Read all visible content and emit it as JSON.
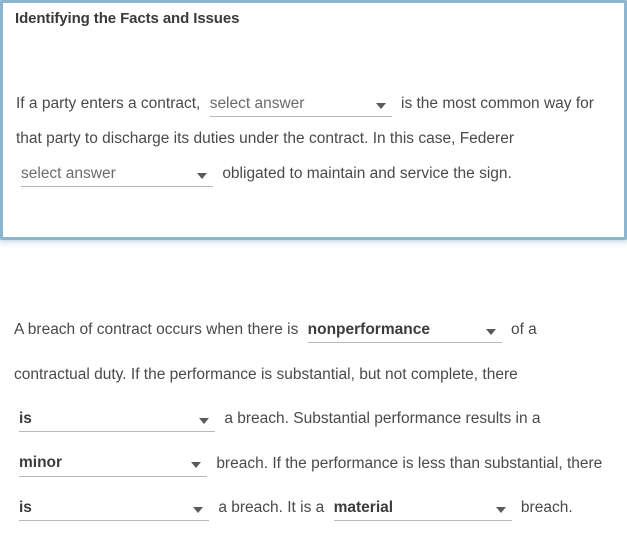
{
  "card": {
    "title": "Identifying the Facts and Issues",
    "highlight_border_color": "#8db6ce",
    "segments": [
      {
        "kind": "text",
        "value": "If a party enters a contract,"
      },
      {
        "kind": "dropdown",
        "value": "select answer",
        "answered": false
      },
      {
        "kind": "text",
        "value": "is the most common way for that party to discharge its duties under the contract. In this case, Federer"
      },
      {
        "kind": "dropdown",
        "value": "select answer",
        "answered": false
      },
      {
        "kind": "text",
        "value": "obligated to maintain and service the sign."
      }
    ]
  },
  "paragraph": {
    "segments": [
      {
        "kind": "text",
        "value": "A breach of contract occurs when there is"
      },
      {
        "kind": "dropdown",
        "value": "nonperformance",
        "answered": true
      },
      {
        "kind": "text",
        "value": "of a contractual duty. If the performance is substantial, but not complete, there"
      },
      {
        "kind": "dropdown",
        "value": "is",
        "answered": true
      },
      {
        "kind": "text",
        "value": "a breach. Substantial performance results in a"
      },
      {
        "kind": "dropdown",
        "value": "minor",
        "answered": true
      },
      {
        "kind": "text",
        "value": "breach. If the performance is less than substantial, there"
      },
      {
        "kind": "dropdown",
        "value": "is",
        "answered": true
      },
      {
        "kind": "text",
        "value": "a breach. It is a"
      },
      {
        "kind": "dropdown",
        "value": "material",
        "answered": true
      },
      {
        "kind": "text",
        "value": "breach."
      }
    ]
  },
  "icons": {
    "caret": "chevron-down-icon"
  }
}
